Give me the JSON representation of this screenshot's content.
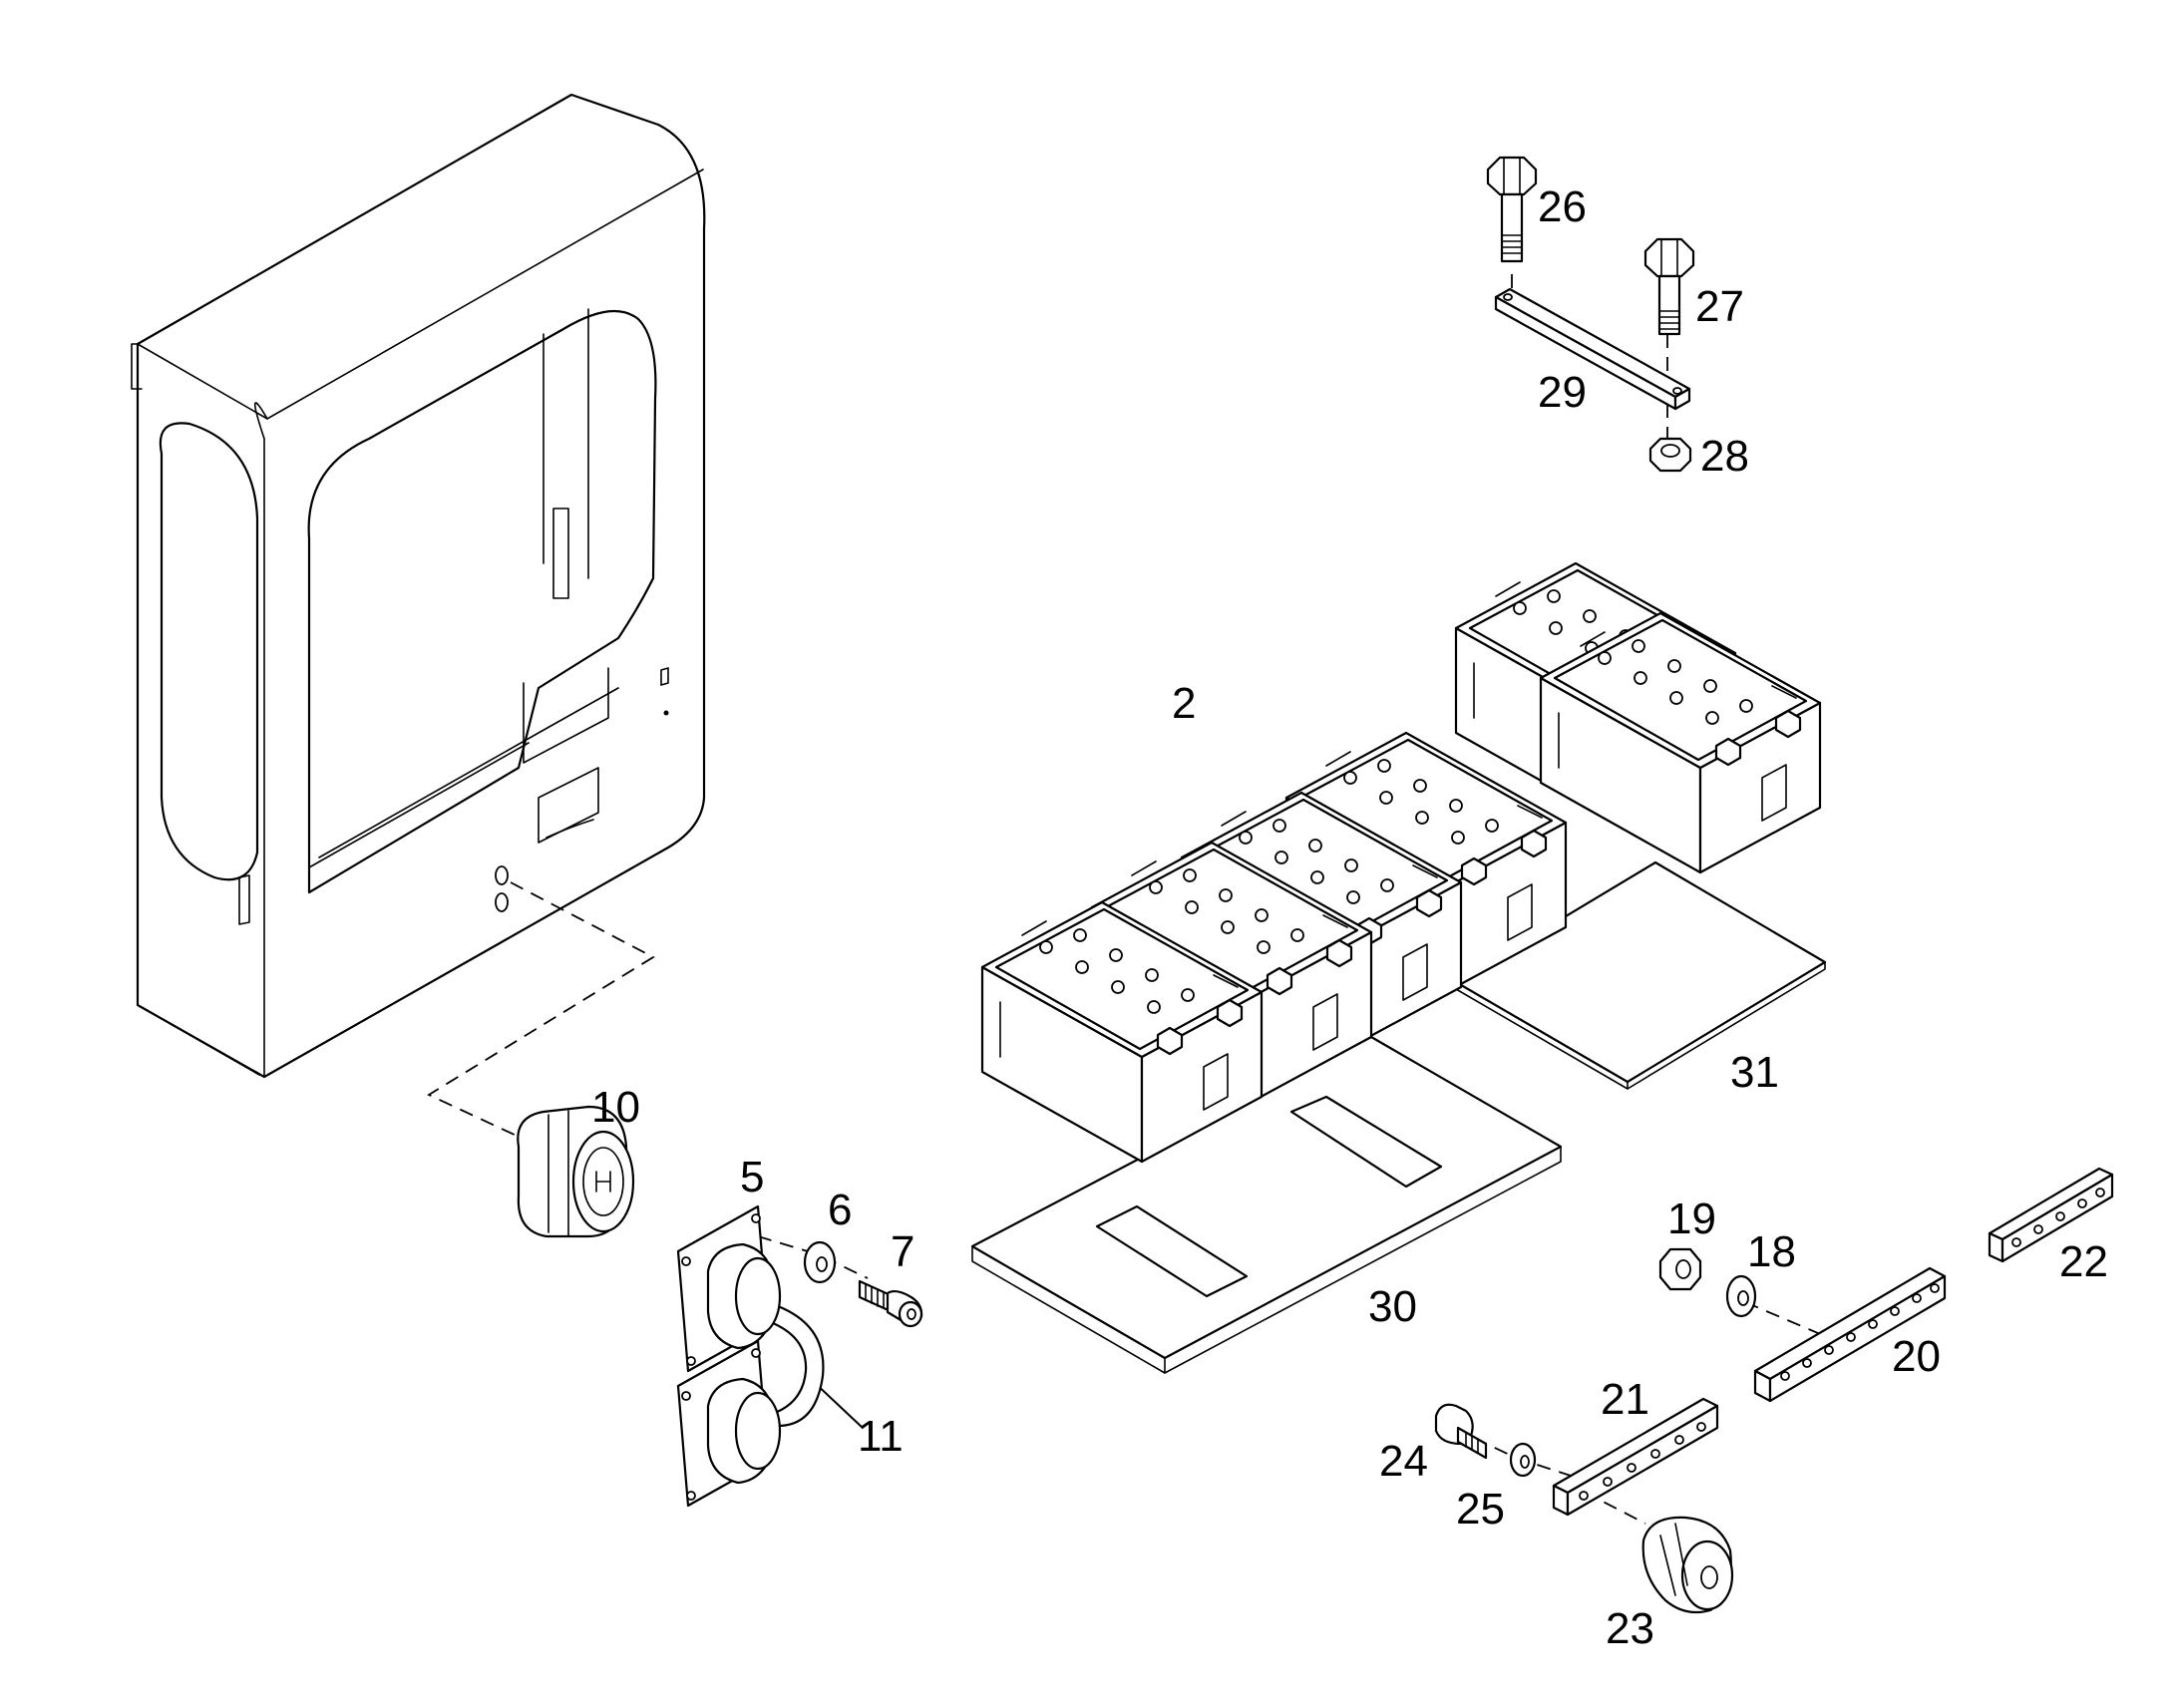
{
  "diagram": {
    "callouts": [
      {
        "id": "c2",
        "label": "2"
      },
      {
        "id": "c5",
        "label": "5"
      },
      {
        "id": "c6",
        "label": "6"
      },
      {
        "id": "c7",
        "label": "7"
      },
      {
        "id": "c10",
        "label": "10"
      },
      {
        "id": "c11",
        "label": "11"
      },
      {
        "id": "c18",
        "label": "18"
      },
      {
        "id": "c19",
        "label": "19"
      },
      {
        "id": "c20",
        "label": "20"
      },
      {
        "id": "c21",
        "label": "21"
      },
      {
        "id": "c22",
        "label": "22"
      },
      {
        "id": "c23",
        "label": "23"
      },
      {
        "id": "c24",
        "label": "24"
      },
      {
        "id": "c25",
        "label": "25"
      },
      {
        "id": "c26",
        "label": "26"
      },
      {
        "id": "c27",
        "label": "27"
      },
      {
        "id": "c28",
        "label": "28"
      },
      {
        "id": "c29",
        "label": "29"
      },
      {
        "id": "c30",
        "label": "30"
      },
      {
        "id": "c31",
        "label": "31"
      }
    ],
    "line_color": "#000000",
    "background_color": "#ffffff"
  }
}
